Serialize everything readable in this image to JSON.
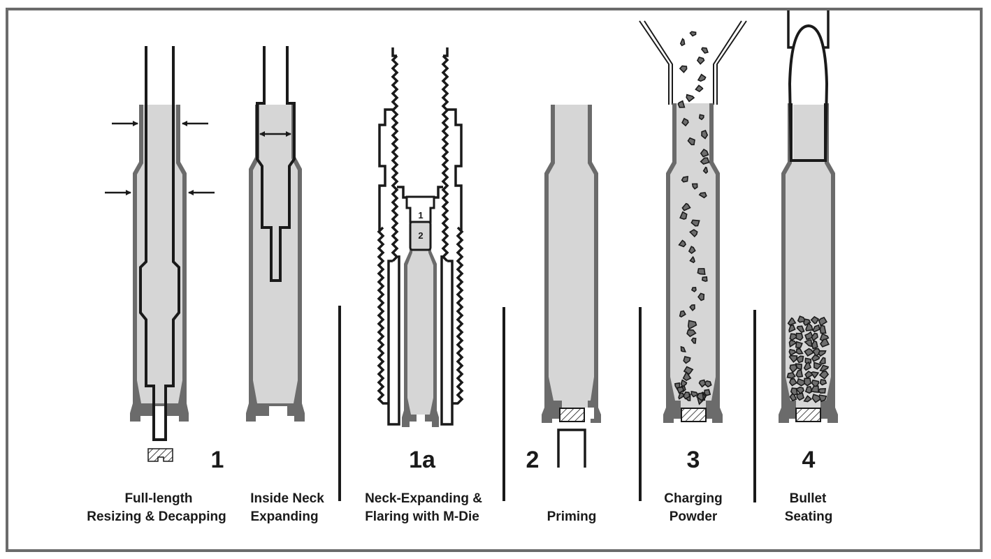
{
  "colors": {
    "frame": "#6b6b6b",
    "case_wall": "#6b6b6b",
    "case_fill": "#d6d6d6",
    "ink": "#1a1a1a",
    "powder": "#6e6e6e"
  },
  "steps": [
    {
      "number": "1",
      "caption_lines": [
        "Full-length",
        "Resizing & Decapping"
      ]
    },
    {
      "number": "",
      "caption_lines": [
        "Inside Neck",
        "Expanding"
      ]
    },
    {
      "number": "1a",
      "caption_lines": [
        "Neck-Expanding &",
        "Flaring with M-Die"
      ],
      "stage_labels": [
        "1",
        "2"
      ]
    },
    {
      "number": "2",
      "caption_lines": [
        "",
        "Priming"
      ]
    },
    {
      "number": "3",
      "caption_lines": [
        "Charging",
        "Powder"
      ]
    },
    {
      "number": "4",
      "caption_lines": [
        "Bullet",
        "Seating"
      ]
    }
  ]
}
